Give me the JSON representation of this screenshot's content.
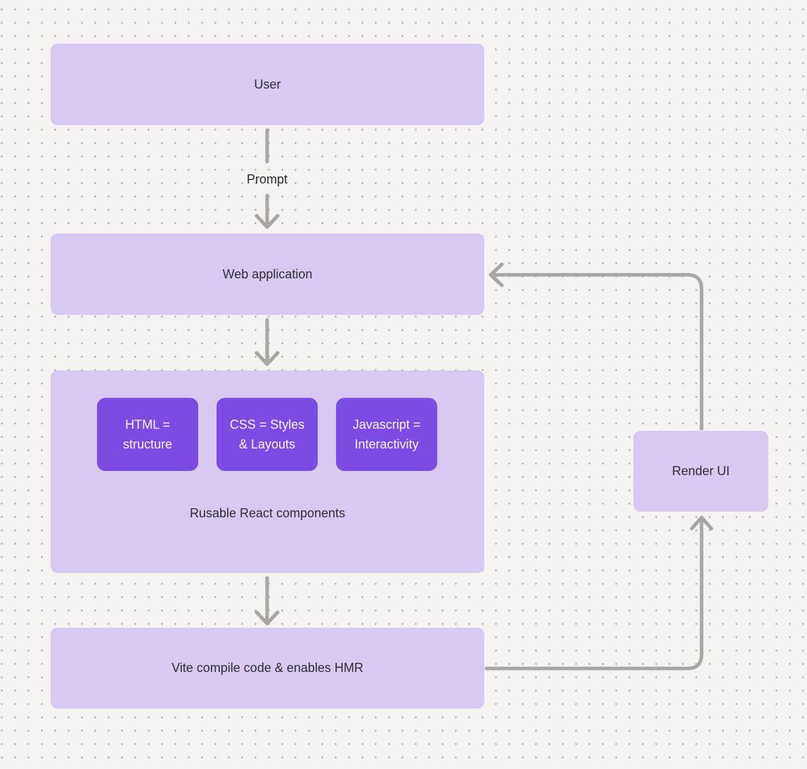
{
  "colors": {
    "background": "#f4f3f2",
    "dot_grid": "#b9b6b3",
    "node_light": "#d7c9f2",
    "node_dark": "#7c4be1",
    "arrow": "#a8a5a2",
    "text_dark": "#312d38",
    "text_light": "#f8f5fd"
  },
  "nodes": {
    "user": {
      "label": "User"
    },
    "web_app": {
      "label": "Web application"
    },
    "components_group": {
      "caption": "Rusable React components",
      "children": [
        {
          "label": "HTML =\nstructure"
        },
        {
          "label": "CSS = Styles\n& Layouts"
        },
        {
          "label": "Javascript =\nInteractivity"
        }
      ]
    },
    "vite": {
      "label": "Vite compile code & enables HMR"
    },
    "render_ui": {
      "label": "Render UI"
    }
  },
  "edges": {
    "prompt_label": "Prompt"
  }
}
